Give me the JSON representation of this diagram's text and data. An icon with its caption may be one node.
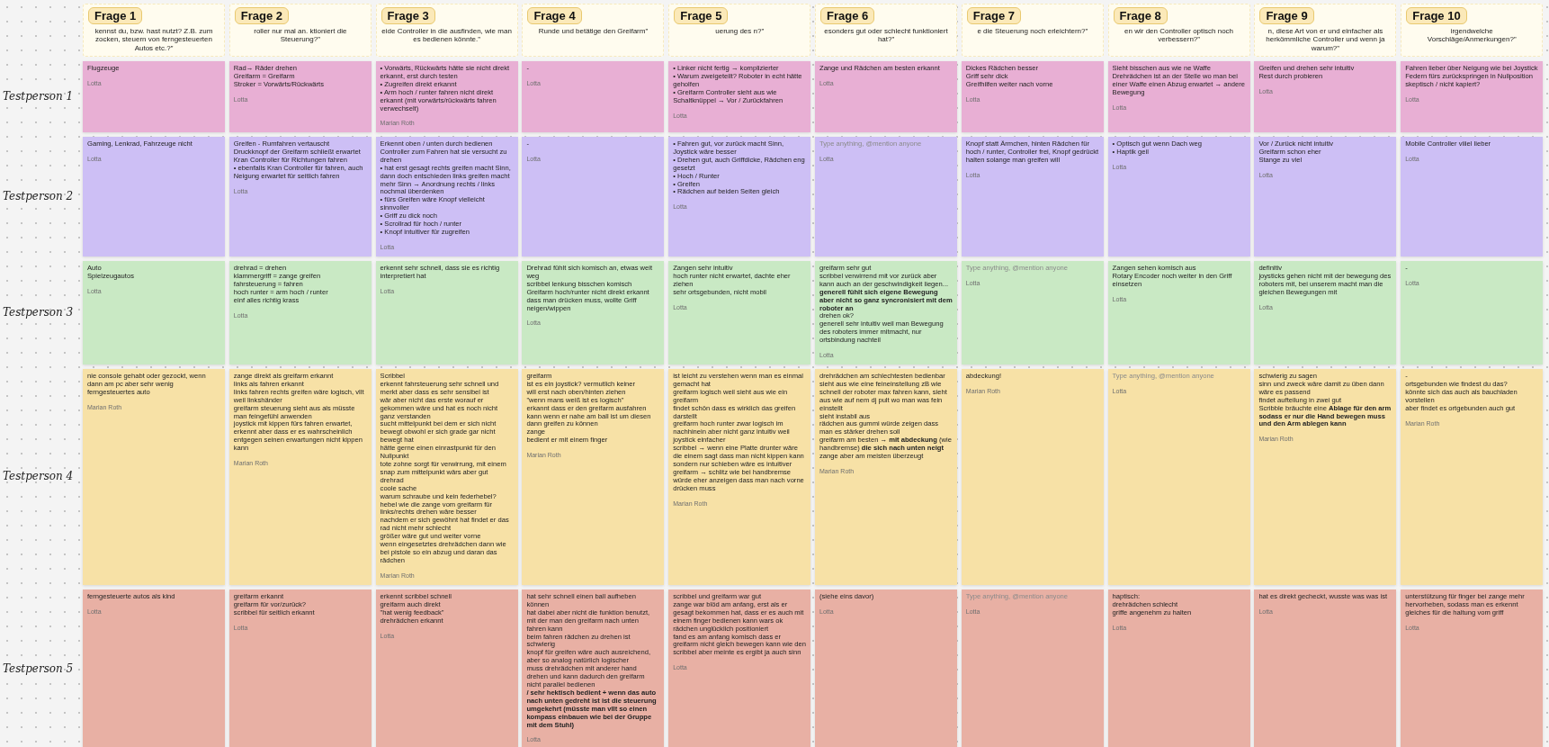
{
  "diagram": {
    "nodes": [
      {
        "text": [
          "kennst du, bzw. hast nutzt? Z.B. zum zocken, steuern von ferngesteuerten Autos etc.?”"
        ]
      },
      {
        "text": [
          "Frage 1"
        ],
        "in": 0
      },
      {
        "text": [
          "roller nur mal an. ktioniert die Steuerung?”"
        ]
      },
      {
        "text": [
          "Frage 2"
        ],
        "in": 2
      },
      {
        "text": [
          "eide Controller in die ausfinden, wie man es bedienen könnte.”"
        ]
      },
      {
        "text": [
          "Frage 3"
        ],
        "in": 4
      },
      {
        "text": [
          "Runde und betätige den Greifarm”"
        ]
      },
      {
        "text": [
          "Frage 4"
        ],
        "in": 6
      },
      {
        "text": [
          "uerung des n?”"
        ]
      },
      {
        "text": [
          "Frage 5"
        ],
        "in": 8
      },
      {
        "text": [
          "esonders gut oder schlecht funktioniert hat?”"
        ]
      },
      {
        "text": [
          "Frage 6"
        ],
        "in": 10
      },
      {
        "text": [
          "e die Steuerung noch erleichtern?”"
        ]
      },
      {
        "text": [
          "Frage 7"
        ],
        "in": 12
      },
      {
        "text": [
          "en wir den Controller optisch noch verbessern?”"
        ]
      },
      {
        "text": [
          "Frage 8"
        ],
        "in": 14
      },
      {
        "text": [
          "n, diese Art von er und einfacher als herkömmliche Controller und wenn ja warum?”"
        ]
      },
      {
        "text": [
          "Frage 9"
        ],
        "in": 16
      },
      {
        "text": [
          "irgendwelche Vorschläge/Anmerkungen?”"
        ]
      },
      {
        "text": [
          "Frage 10"
        ],
        "in": 18
      },
      {
        "text": [
          "Flugzeuge",
          "Lotta"
        ]
      },
      {
        "text": [
          "Rad→ Räder drehen",
          "Greifarm = Greifarm",
          "Stroker = Vorwärts/Rückwärts",
          "Lotta"
        ]
      },
      {
        "text": [
          "• Vorwärts, Rückwärts hätte sie nicht direkt erkannt, erst durch testen",
          "• Zugreifen direkt erkannt",
          "• Arm hoch / runter fahren nicht direkt erkannt (mit vorwärts/rückwärts fahren verwechselt)",
          "Marian Roth"
        ]
      },
      {
        "text": [
          "-",
          "Lotta"
        ]
      },
      {
        "text": [
          "• Linker nicht fertig → komplizierter",
          "• Warum zweigeteilt? Roboter in echt hätte geholfen",
          "• Greifarm Controller sieht aus wie Schaltknüppel → Vor / Zurückfahren",
          "Lotta"
        ]
      },
      {
        "text": [
          "Zange und Rädchen am besten erkannt",
          "Lotta"
        ]
      },
      {
        "text": [
          "Dickes Rädchen besser",
          "Griff sehr dick",
          "Greifhilfen weiter nach vorne",
          "Lotta"
        ]
      },
      {
        "text": [
          "Sieht bisschen aus wie ne Waffe",
          "Drehrädchen ist an der Stelle wo man bei einer Waffe einen Abzug erwartet → andere Bewegung",
          "Lotta"
        ]
      },
      {
        "text": [
          "Greifen und drehen sehr intuitiv",
          "Rest durch probieren",
          "Lotta"
        ]
      },
      {
        "text": [
          "Fahren lieber über Neigung wie bei Joystick",
          "Federn fürs zurückspringen in Nullposition",
          "skeptisch / nicht kapiert?",
          "Lotta"
        ]
      },
      {
        "text": [
          "Gaming, Lenkrad, Fahrzeuge nicht",
          "Lotta"
        ]
      },
      {
        "text": [
          "Greifen - Rumfahren vertauscht",
          "Druckknopf der Greifarm schließt erwartet",
          "Kran Controller für Richtungen fahren",
          "• ebenfalls Kran Controller für fahren, auch Neigung erwartet für seitlich fahren",
          "Lotta"
        ]
      },
      {
        "text": [
          "Erkennt oben / unten durch bedienen",
          "Controller zum Fahren hat sie versucht zu drehen",
          "• hat erst gesagt rechts greifen macht Sinn, dann doch entschieden links greifen macht mehr Sinn → Anordnung rechts / links nochmal überdenken",
          "• fürs Greifen wäre Knopf vielleicht sinnvoller",
          "• Griff zu dick noch",
          "• Scrollrad für hoch / runter",
          "• Knopf intuitiver für zugreifen",
          "Lotta"
        ]
      },
      {
        "text": [
          "-",
          "Lotta"
        ]
      },
      {
        "text": [
          "• Fahren gut, vor zurück macht Sinn, Joystick wäre besser",
          "• Drehen gut, auch Griffdicke, Rädchen eng gesetzt",
          "• Hoch / Runter",
          "• Greifen",
          "• Rädchen auf beiden Seiten gleich",
          "Lotta"
        ]
      },
      {
        "text": [
          "Type anything, @mention anyone",
          "Lotta"
        ]
      },
      {
        "text": [
          "Knopf statt Ärmchen, hinten Rädchen für hoch / runter, Controller frei, Knopf gedrückt halten solange man greifen will",
          "Lotta"
        ]
      },
      {
        "text": [
          "• Optisch gut wenn Dach weg",
          "• Haptik geil",
          "Lotta"
        ]
      },
      {
        "text": [
          "Vor / Zurück nicht intuitiv",
          "Greifarm schon eher",
          "Stange zu viel",
          "Lotta"
        ]
      },
      {
        "text": [
          "Mobile Controller viiiel lieber",
          "Lotta"
        ]
      },
      {
        "text": [
          "Auto",
          "Spielzeugautos",
          "Lotta"
        ]
      },
      {
        "text": [
          "drehrad = drehen",
          "klammergriff = zange greifen",
          "fahrsteuerung = fahren",
          "hoch runter = arm hoch / runter",
          "einf alles richtig krass",
          "Lotta"
        ]
      },
      {
        "text": [
          "erkennt sehr schnell, dass sie es richtig interpretiert hat",
          "Lotta"
        ]
      },
      {
        "text": [
          "Drehrad fühlt sich komisch an, etwas weit weg",
          "scribbel lenkung bisschen komisch",
          "Greifarm hoch/runter nicht direkt erkannt dass man drücken muss, wollte Griff neigen/wippen",
          "Lotta"
        ]
      },
      {
        "text": [
          "Zangen sehr intuitiv",
          "hoch runter nicht erwartet, dachte eher ziehen",
          "sehr ortsgebunden, nicht mobil",
          "Lotta"
        ]
      },
      {
        "text": [
          "greifarm sehr gut",
          "scribbel verwirrend mit vor zurück aber kann auch an der geschwindigkeit liegen... **generell fühlt sich eigene Bewegung aber nicht so ganz syncronisiert mit dem roboter an**",
          "drehen ok?",
          "generell sehr intuitiv weil man Bewegung des roboters immer mitmacht, nur ortsbindung nachteil",
          "Lotta"
        ]
      },
      {
        "text": [
          "Type anything, @mention anyone",
          "Lotta"
        ]
      },
      {
        "text": [
          "Zangen sehen komisch aus",
          "Rotary Encoder noch weiter in den Griff einsetzen",
          "Lotta"
        ]
      },
      {
        "text": [
          "definitiv",
          "joysticks gehen nicht mit der bewegung des roboters mit, bei unserem macht man die gleichen Bewegungen mit",
          "Lotta"
        ]
      },
      {
        "text": [
          "-",
          "Lotta"
        ]
      },
      {
        "text": [
          "nie console gehabt oder gezockt, wenn dann am pc aber sehr wenig",
          "ferngesteuertes auto",
          "Marian Roth"
        ]
      },
      {
        "text": [
          "zange direkt als greifarm erkannt",
          "links als fahren erkannt",
          "links fahren rechts greifen wäre logisch, vllt weil linkshänder",
          "greifarm steuerung sieht aus als müsste man feingefühl anwenden",
          "joystick mit kippen fürs fahren erwartet, erkennt aber dass er es wahrscheinlich entgegen seinen erwartungen nicht kippen kann",
          "Marian Roth"
        ]
      },
      {
        "text": [
          "Scribbel",
          "erkennt fahrsteuerung sehr schnell und merkt aber dass es sehr sensibel ist",
          "wär aber nicht das erste worauf er gekommen wäre und hat es noch nicht ganz verstanden",
          "sucht mittelpunkt bei dem er sich nicht bewegt obwohl er sich grade gar nicht bewegt hat",
          "hätte gerne einen einrastpunkt für den Nullpunkt",
          "tote zohne sorgt für verwirrung, mit einem snap zum mittelpunkt wärs aber gut",
          "drehrad",
          "coole sache",
          "warum schraube und kein federhebel?",
          "hebel wie die zange vom greifarm für links/rechts drehen wäre besser",
          "nachdem er sich gewöhnt hat findet er das rad nicht mehr schlecht",
          "größer wäre gut und weiter vorne",
          "wenn eingesetztes drehrädchen dann wie bei pistole so ein abzug und daran das rädchen",
          "Marian Roth"
        ]
      },
      {
        "text": [
          "greifarm",
          "ist es ein joystick? vermutlich keiner",
          "will erst nach oben/hinten ziehen",
          "\"wenn mans weiß ist es logisch\"",
          "erkannt dass er den greifarm ausfahren kann wenn er nahe am ball ist um diesen dann greifen zu können",
          "zange",
          "bedient er mit einem finger",
          "Marian Roth"
        ]
      },
      {
        "text": [
          "ist leicht zu verstehen wenn man es einmal gemacht hat",
          "greifarm logisch weil sieht aus wie ein greifarm",
          "findet schön dass es wirklich das greifen darstellt",
          "greifarm hoch runter zwar logisch im nachhinein aber nicht ganz intuitiv weil joystick einfacher",
          "scribbel → wenn eine Platte drunter wäre die einem sagt dass man nicht kippen kann sondern nur schieben wäre es intuitiver",
          "greifarm → schlitz wie bei handbremse würde eher anzeigen dass man nach vorne drücken muss",
          "Marian Roth"
        ]
      },
      {
        "text": [
          "drehrädchen am schlechtesten bedienbar",
          "sieht aus wie eine feineinstellung zB wie schnell der roboter max fahren kann, sieht aus wie auf nem dj pult wo man was fein einstellt",
          "sieht instabil aus",
          "rädchen aus gummi würde zeigen dass man es stärker drehen soll",
          "greifarm am besten → **mit abdeckung** (wie handbremse) **die sich nach unten neigt**",
          "zange aber am meisten überzeugt",
          "Marian Roth"
        ]
      },
      {
        "text": [
          "abdeckung!",
          "Marian Roth"
        ]
      },
      {
        "text": [
          "Type anything, @mention anyone",
          "Lotta"
        ]
      },
      {
        "text": [
          "schwierig zu sagen",
          "sinn und zweck wäre damit zu üben dann wäre es passend",
          "findet aufteilung in zwei gut",
          "Scribble bräuchte eine **Ablage für den arm sodass er nur die Hand bewegen muss und den Arm ablegen kann**",
          "Marian Roth"
        ]
      },
      {
        "text": [
          "-",
          "ortsgebunden wie findest du das?",
          "könnte sich das auch als bauchladen vorstellen",
          "aber findet es ortgebunden auch gut",
          "Marian Roth"
        ]
      },
      {
        "text": [
          "ferngesteuerte autos als kind",
          "Lotta"
        ]
      },
      {
        "text": [
          "greifarm erkannt",
          "greifarm für vor/zurück?",
          "scribbel für seitlich erkannt",
          "Lotta"
        ]
      },
      {
        "text": [
          "erkennt scribbel schnell",
          "greifarm auch direkt",
          "\"hat wenig feedback\"",
          "drehrädchen erkannt",
          "Lotta"
        ]
      },
      {
        "text": [
          "hat sehr schnell einen ball aufheben können",
          "hat dabei aber nicht die funktion benutzt, mit der man den greifarm nach unten fahren kann",
          "beim fahren rädchen zu drehen ist schwierig",
          "knopf für greifen wäre auch ausreichend, aber so analog natürlich logischer",
          "muss drehrädchen mit anderer hand drehen und kann dadurch den greifarm nicht parallel bedienen",
          "**/ sehr hektisch bedient + wenn das auto nach unten gedreht ist ist die steuerung umgekehrt (müsste man vllt so einen kompass einbauen wie bei der Gruppe mit dem Stuhl)**",
          "Lotta"
        ]
      },
      {
        "text": [
          "scribbel und greifarm war gut",
          "zange war blöd am anfang, erst als er gesagt bekommen hat, dass er es auch mit einem finger bedienen kann wars ok",
          "rädchen unglücklich positioniert",
          "fand es am anfang komisch dass er greifarm nicht gleich bewegen kann wie den scribbel aber meinte es ergibt ja auch sinn",
          "Lotta"
        ]
      },
      {
        "text": [
          "(siehe eins davor)",
          "Lotta"
        ]
      },
      {
        "text": [
          "Type anything, @mention anyone",
          "Lotta"
        ]
      },
      {
        "text": [
          "haptisch:",
          "drehrädchen schlecht",
          "griffe angenehm zu halten",
          "Lotta"
        ]
      },
      {
        "text": [
          "hat es direkt gecheckt, wusste was was ist",
          "Lotta"
        ]
      },
      {
        "text": [
          "unterstützung für finger bei zange mehr hervorheben, sodass man es erkennt",
          "gleiches für die haltung vom griff",
          "Lotta"
        ]
      }
    ],
    "labels": [
      "Testperson 1",
      "Testperson 2",
      "Testperson 3",
      "Testperson 4",
      "Testperson 5"
    ]
  }
}
